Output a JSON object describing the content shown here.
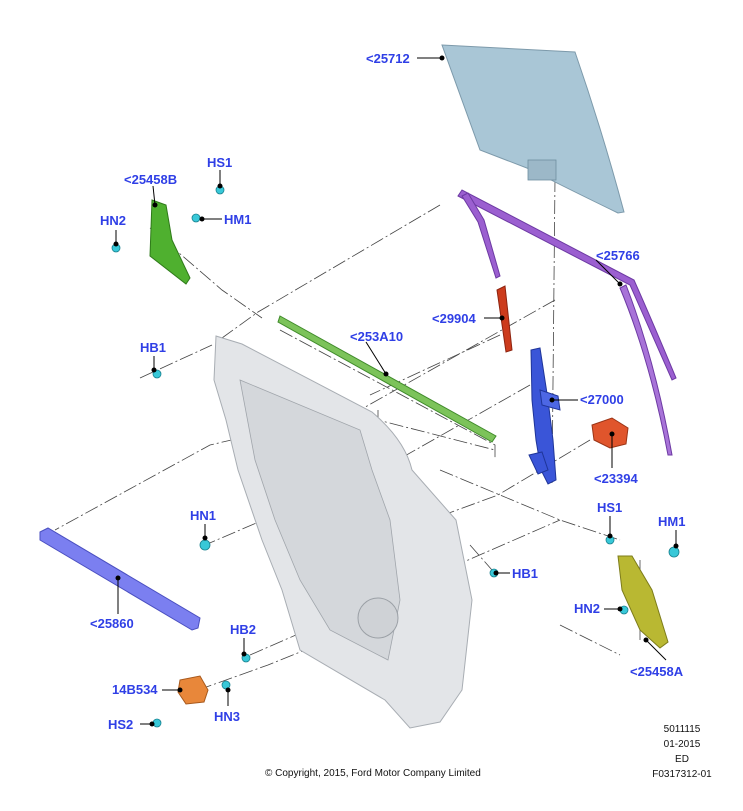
{
  "labels": {
    "p25712": "<25712",
    "p25458B": "<25458B",
    "hs1_top": "HS1",
    "hn2_top": "HN2",
    "hm1_top": "HM1",
    "p25766": "<25766",
    "p29904": "<29904",
    "p253A10": "<253A10",
    "hb1_left": "HB1",
    "p27000": "<27000",
    "p23394": "<23394",
    "hn1": "HN1",
    "hb1_right": "HB1",
    "hs1_right": "HS1",
    "hm1_right": "HM1",
    "hn2_right": "HN2",
    "p25860": "<25860",
    "p25458A": "<25458A",
    "hb2": "HB2",
    "p14B534": "14B534",
    "hn3": "HN3",
    "hs2": "HS2"
  },
  "footer": {
    "copyright": "© Copyright, 2015, Ford Motor Company Limited",
    "code": "5011115",
    "date": "01-2015",
    "ed": "ED",
    "figure": "F0317312-01"
  },
  "colors": {
    "label": "#2f3fe6",
    "glass": "#a9c6d6",
    "trim_purple": "#9b5fd0",
    "green": "#4fb02f",
    "regulator_blue": "#3a55d8",
    "motor_orange": "#e0552c",
    "rail_red": "#cc3b1c",
    "fastener_cyan": "#38c8d8",
    "yellow_green": "#b9b832",
    "seal_blue": "#7b7ff0",
    "door_gray": "#e3e5e8"
  }
}
